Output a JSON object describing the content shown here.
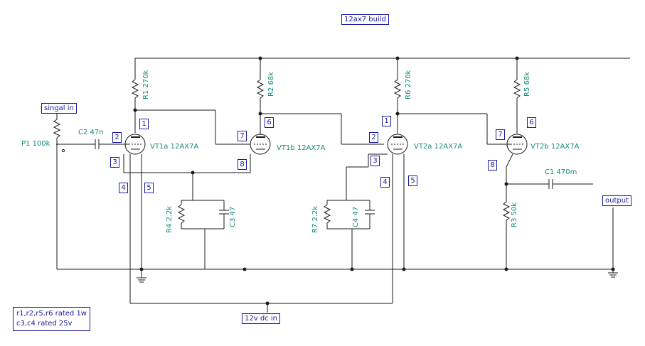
{
  "title_label": "12ax7 build",
  "labels": {
    "signal_in": "singal in",
    "output": "output",
    "power_in": "12v dc in"
  },
  "components": {
    "P1": "P1 100k",
    "C2": "C2 47n",
    "R1": "R1 270k",
    "R2": "R2 68k",
    "R6": "R6 270k",
    "R5": "R5 68k",
    "VT1a": "VT1a 12AX7A",
    "VT1b": "VT1b 12AX7A",
    "VT2a": "VT2a 12AX7A",
    "VT2b": "VT2b 12AX7A",
    "R4": "R4 2.2k",
    "C3": "C3 47",
    "R7": "R7 2.2k",
    "C4": "C4 47",
    "R3": "R3 50k",
    "C1": "C1 470m"
  },
  "pins": {
    "p1": "1",
    "p2": "2",
    "p3": "3",
    "p4": "4",
    "p5": "5",
    "p6": "6",
    "p7": "7",
    "p8": "8",
    "q1": "1",
    "q2": "2",
    "q3": "3",
    "q4": "4",
    "q5": "5",
    "q6": "6",
    "q7": "7",
    "q8": "8"
  },
  "notes": {
    "line1": "r1,r2,r5,r6 rated 1w",
    "line2": "c3,c4 rated 25v"
  },
  "colors": {
    "wire": "#1a1a1a",
    "label_border": "#1a1aa0",
    "component_text": "#138a7a"
  }
}
